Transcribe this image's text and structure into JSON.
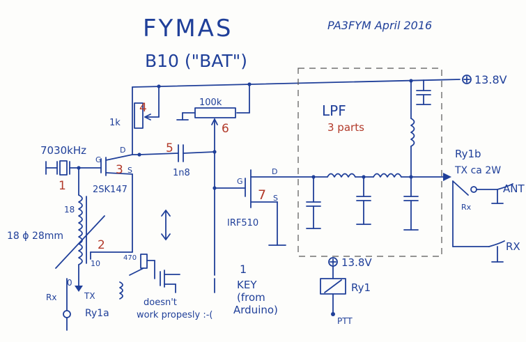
{
  "title": {
    "main": "FYMAS",
    "sub": "B10 (\"BAT\")",
    "author": "PA3FYM April 2016"
  },
  "supply": {
    "top": "13.8V",
    "relay": "13.8V"
  },
  "labels": {
    "crystal_freq": "7030kHz",
    "r_1k": "1k",
    "r_100k": "100k",
    "cap_1n8": "1n8",
    "transistor_fet": "2SK147",
    "transistor_mosfet": "IRF510",
    "ry1b": "Ry1b",
    "tx_power": "TX ca 2W",
    "ant": "ANT",
    "rx_right": "RX",
    "rx_small": "Rx",
    "rx_left": "Rx",
    "tx_left": "TX",
    "ry1a": "Ry1a",
    "ry1": "Ry1",
    "ptt": "PTT",
    "key_line1": "KEY",
    "key_line2": "(from",
    "key_line3": "Arduino)",
    "r_470": "470",
    "note_line1": "doesn't",
    "note_line2": "work propesly :-(",
    "coil_turns_18": "18",
    "coil_turns_10": "10",
    "coil_turns_0": "0",
    "toroid": "18 ϕ 28mm",
    "pin_g1": "G",
    "pin_d1": "D",
    "pin_s1": "S",
    "pin_g2": "G",
    "pin_d2": "D",
    "pin_s2": "S",
    "key_num": "1"
  },
  "lpf": {
    "title": "LPF",
    "subtitle": "3 parts"
  },
  "parts": [
    "1",
    "2",
    "3",
    "4",
    "5",
    "6",
    "7"
  ]
}
